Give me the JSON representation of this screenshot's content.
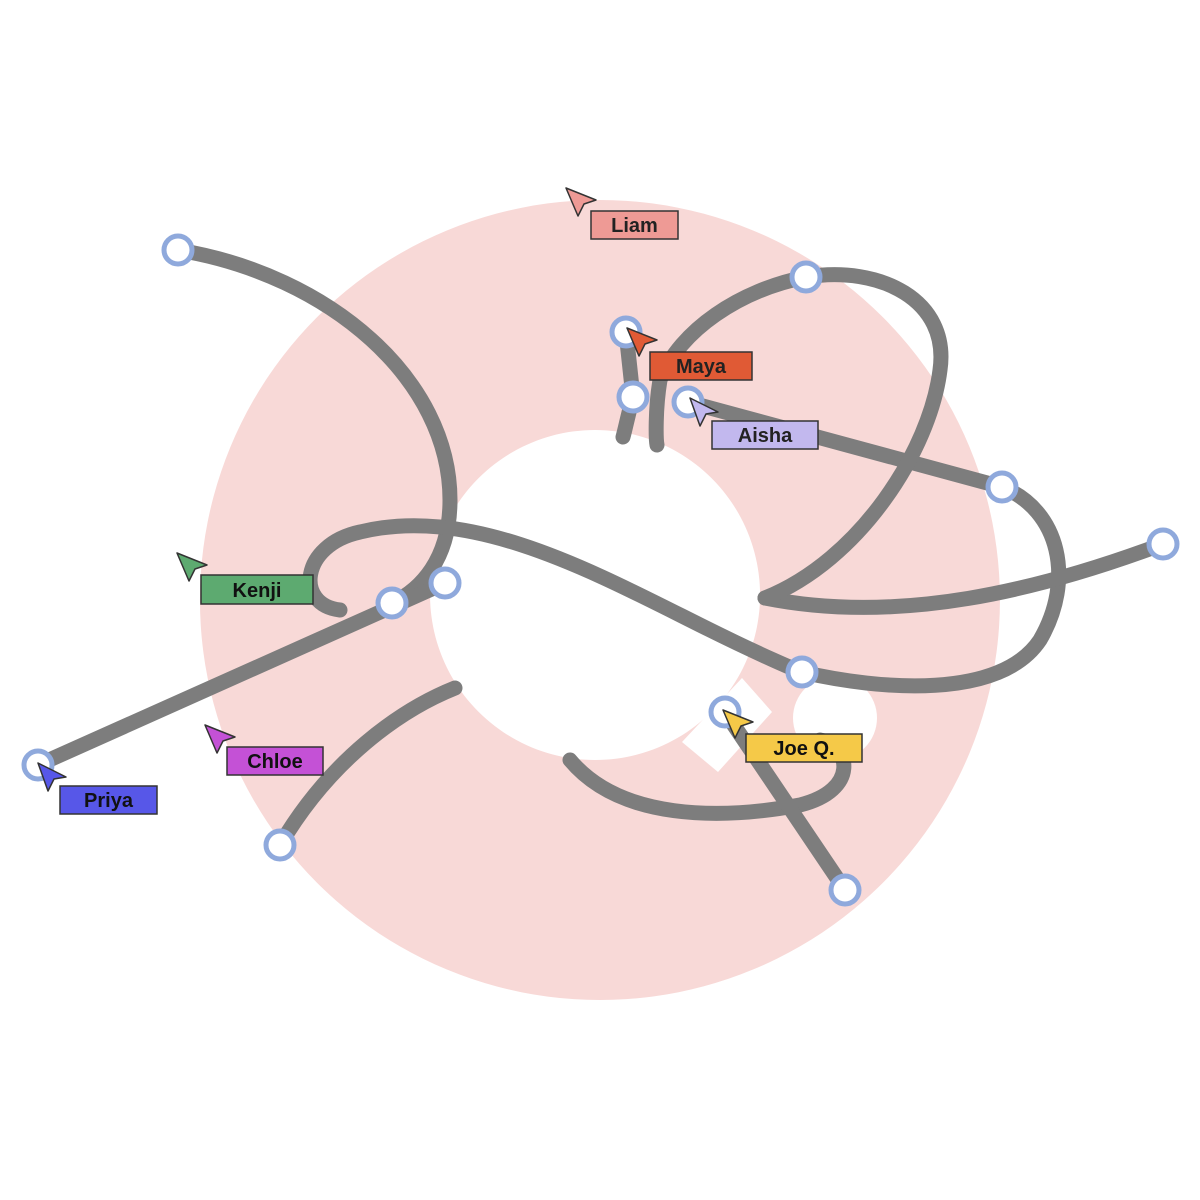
{
  "canvas": {
    "ring_color": "#f8d9d7",
    "curve_color": "#7d7d7d",
    "handle_stroke": "#8fa9dc",
    "handle_fill": "#ffffff"
  },
  "cursors": [
    {
      "id": "liam",
      "label": "Liam",
      "color": "#ee9a95",
      "text_color": "#222222",
      "icon": "cursor-arrow-icon"
    },
    {
      "id": "maya",
      "label": "Maya",
      "color": "#e05a35",
      "text_color": "#222222",
      "icon": "cursor-arrow-icon"
    },
    {
      "id": "aisha",
      "label": "Aisha",
      "color": "#c2b8ee",
      "text_color": "#222222",
      "icon": "cursor-arrow-icon"
    },
    {
      "id": "kenji",
      "label": "Kenji",
      "color": "#5daa70",
      "text_color": "#111111",
      "icon": "cursor-arrow-icon"
    },
    {
      "id": "chloe",
      "label": "Chloe",
      "color": "#c451d6",
      "text_color": "#111111",
      "icon": "cursor-arrow-icon"
    },
    {
      "id": "priya",
      "label": "Priya",
      "color": "#5757e8",
      "text_color": "#111111",
      "icon": "cursor-arrow-icon"
    },
    {
      "id": "joe",
      "label": "Joe Q.",
      "color": "#f5c948",
      "text_color": "#111111",
      "icon": "cursor-arrow-icon"
    }
  ]
}
